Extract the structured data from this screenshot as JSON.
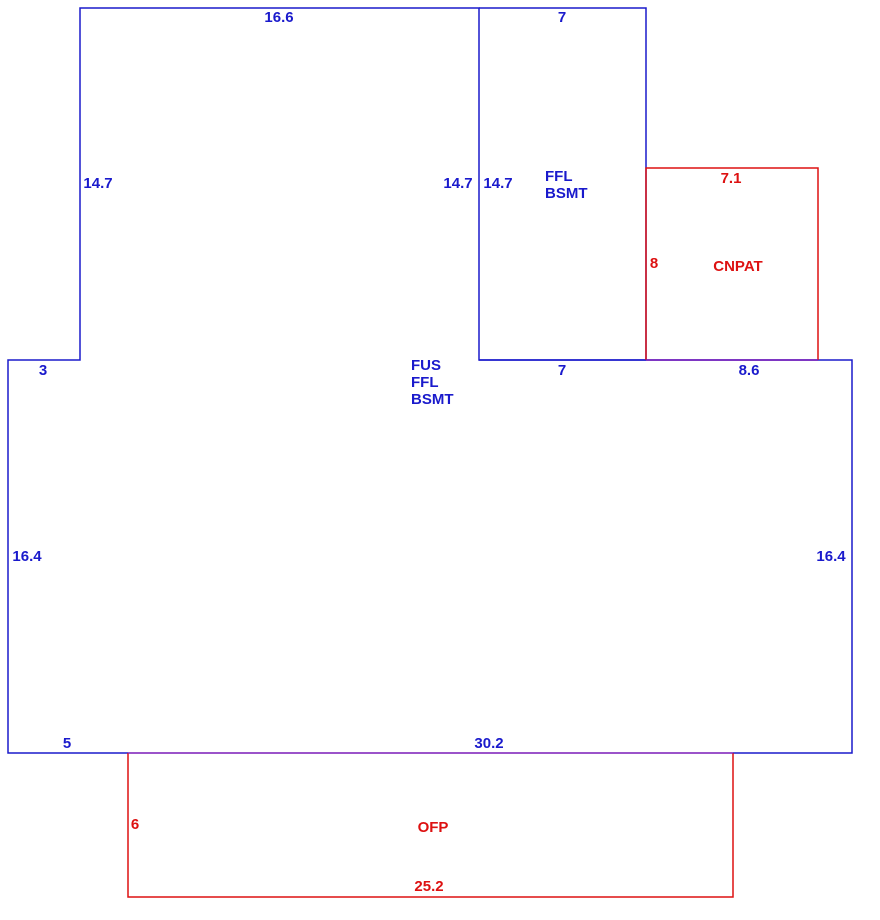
{
  "colors": {
    "living": "#1a1acc",
    "exterior": "#dd1111",
    "shared_edge": "#7a1ab8",
    "background": "#ffffff"
  },
  "areas": {
    "main": {
      "labels": [
        "FUS",
        "FFL",
        "BSMT"
      ],
      "dims": {
        "top_left": "3",
        "top_right": "8.6",
        "left": "16.4",
        "right": "16.4",
        "bottom_left": "5",
        "bottom": "30.2"
      }
    },
    "upper_left": {
      "dims": {
        "top": "16.6",
        "left": "14.7",
        "right": "14.7"
      }
    },
    "upper_right": {
      "labels": [
        "FFL",
        "BSMT"
      ],
      "dims": {
        "top": "7",
        "left": "14.7",
        "bottom": "7"
      }
    },
    "cnpat": {
      "label": "CNPAT",
      "dims": {
        "top": "7.1",
        "left": "8"
      }
    },
    "ofp": {
      "label": "OFP",
      "dims": {
        "left": "6",
        "bottom": "25.2"
      }
    }
  }
}
